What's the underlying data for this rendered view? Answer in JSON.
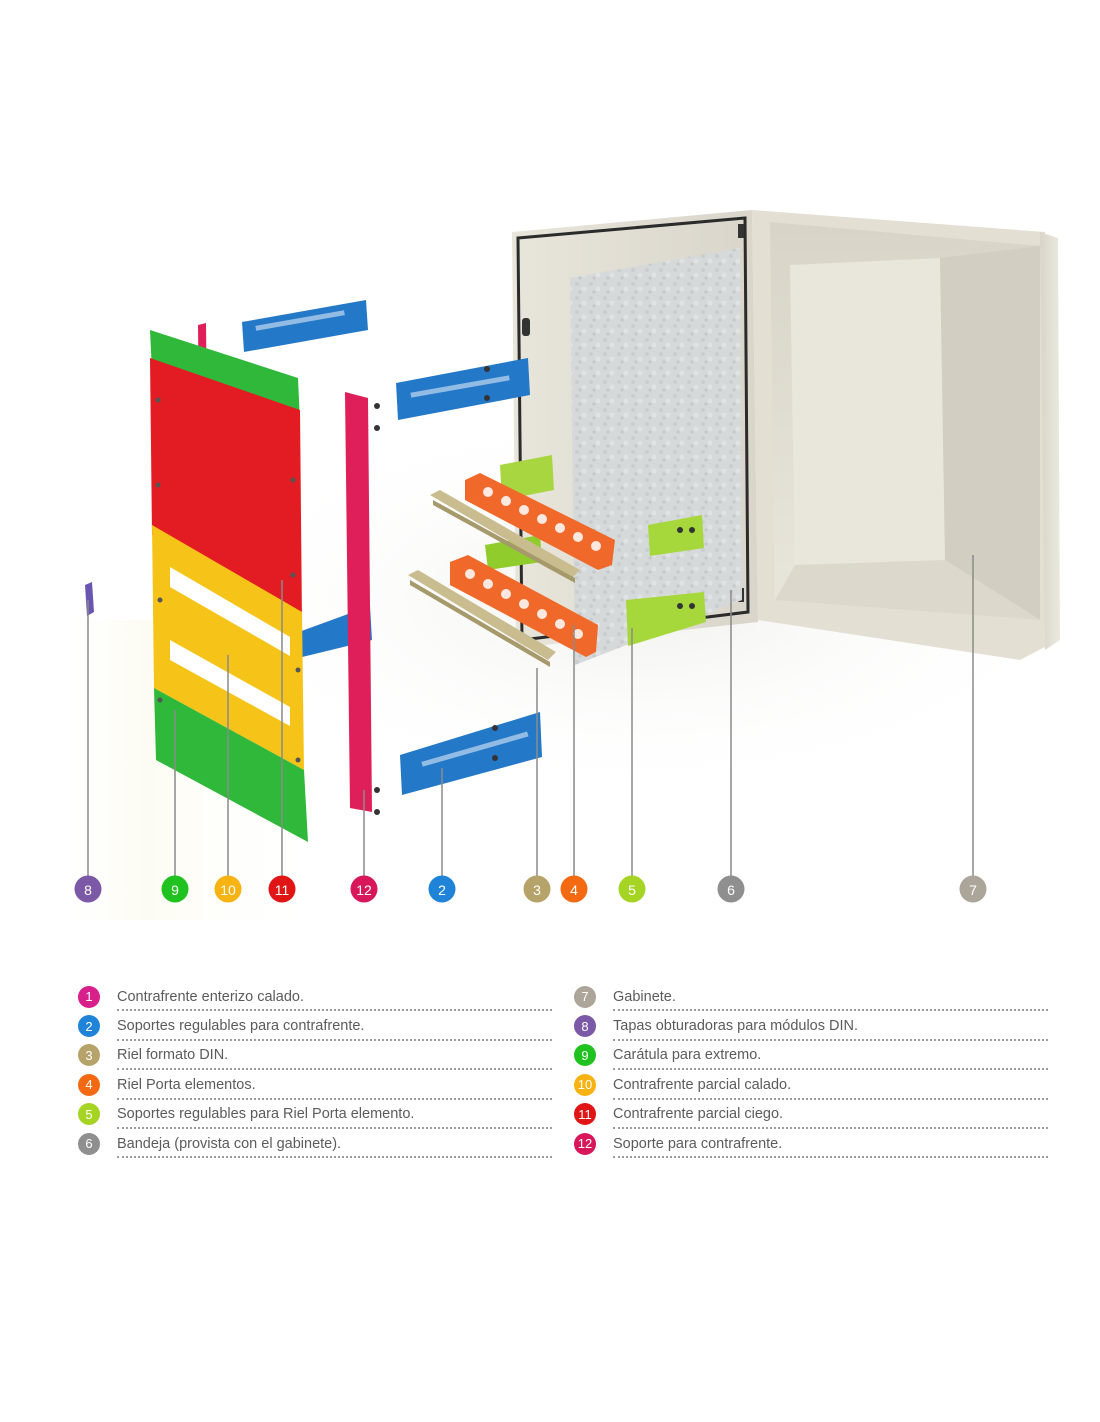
{
  "callouts": [
    {
      "id": "8",
      "color": "#7b59a6"
    },
    {
      "id": "9",
      "color": "#1fc21f"
    },
    {
      "id": "10",
      "color": "#f7b312"
    },
    {
      "id": "11",
      "color": "#e01515"
    },
    {
      "id": "12",
      "color": "#d8175a"
    },
    {
      "id": "2",
      "color": "#1f84d8"
    },
    {
      "id": "3",
      "color": "#b6a36a"
    },
    {
      "id": "4",
      "color": "#f46a12"
    },
    {
      "id": "5",
      "color": "#a6d424"
    },
    {
      "id": "6",
      "color": "#8f8f8f"
    },
    {
      "id": "7",
      "color": "#aca59a"
    }
  ],
  "legend": {
    "left": [
      {
        "num": "1",
        "color": "#d8208a",
        "text": "Contrafrente enterizo calado."
      },
      {
        "num": "2",
        "color": "#1f84d8",
        "text": "Soportes regulables para contrafrente."
      },
      {
        "num": "3",
        "color": "#b6a36a",
        "text": "Riel formato DIN."
      },
      {
        "num": "4",
        "color": "#f46a12",
        "text": "Riel Porta elementos."
      },
      {
        "num": "5",
        "color": "#a6d424",
        "text": "Soportes regulables para Riel Porta elemento."
      },
      {
        "num": "6",
        "color": "#8f8f8f",
        "text": "Bandeja (provista con el gabinete)."
      }
    ],
    "right": [
      {
        "num": "7",
        "color": "#aca59a",
        "text": "Gabinete."
      },
      {
        "num": "8",
        "color": "#7b59a6",
        "text": "Tapas obturadoras para módulos DIN."
      },
      {
        "num": "9",
        "color": "#1fc21f",
        "text": "Carátula para extremo."
      },
      {
        "num": "10",
        "color": "#f7b312",
        "text": "Contrafrente parcial calado."
      },
      {
        "num": "11",
        "color": "#e01515",
        "text": "Contrafrente parcial ciego."
      },
      {
        "num": "12",
        "color": "#d8175a",
        "text": "Soporte para contrafrente."
      }
    ]
  },
  "part_colors": {
    "cabinet": "#e7e3d8",
    "tray": "#cfd2d2",
    "front_green": "#2fb83a",
    "front_red": "#e31b23",
    "front_yellow": "#f6c419",
    "support_blue": "#2478c8",
    "support_pink": "#de1f5a",
    "rail_orange": "#f0672a",
    "rail_din": "#c4b68a",
    "support_lime": "#9ad43a",
    "blank_purple": "#6a56b0"
  }
}
